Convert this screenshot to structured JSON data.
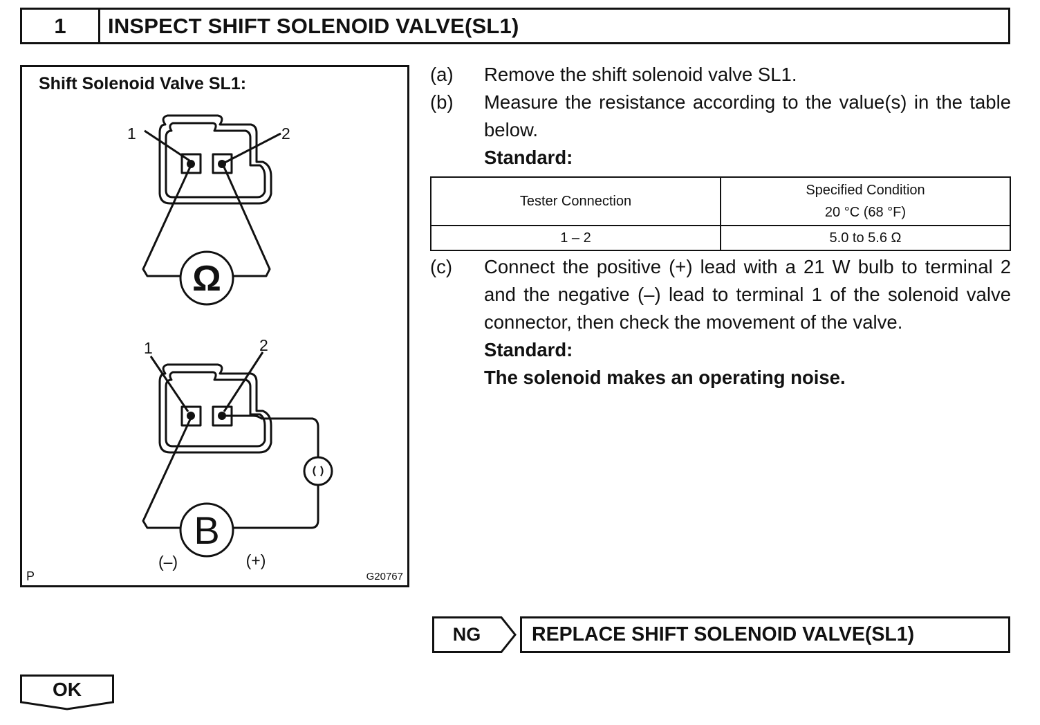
{
  "step": {
    "number": "1",
    "title": "INSPECT SHIFT SOLENOID VALVE(SL1)"
  },
  "figure": {
    "title": "Shift Solenoid Valve SL1:",
    "terminal_1": "1",
    "terminal_2": "2",
    "ohmmeter_symbol": "Ω",
    "battery_symbol": "B",
    "negative_label": "(–)",
    "positive_label": "(+)",
    "corner_mark": "P",
    "figure_code": "G20767"
  },
  "instructions": [
    {
      "label": "(a)",
      "text": "Remove the shift  solenoid valve SL1."
    },
    {
      "label": "(b)",
      "text": "Measure the resistance according to the value(s) in the table below.",
      "standard": "Standard:"
    },
    {
      "label": "(c)",
      "text": "Connect the positive (+) lead with a 21 W bulb to terminal 2 and the negative (–) lead to terminal 1 of the solenoid valve connector, then check the movement of the valve.",
      "standard": "Standard:",
      "result": "The solenoid makes an operating noise."
    }
  ],
  "spec_table": {
    "header_col1": "Tester Connection",
    "header_col2_line1": "Specified Condition",
    "header_col2_line2": "20 °C (68 °F)",
    "rows": [
      {
        "connection": "1 – 2",
        "condition": "5.0 to 5.6 Ω"
      }
    ]
  },
  "ng": {
    "label": "NG",
    "action": "REPLACE SHIFT SOLENOID VALVE(SL1)"
  },
  "ok": {
    "label": "OK"
  }
}
